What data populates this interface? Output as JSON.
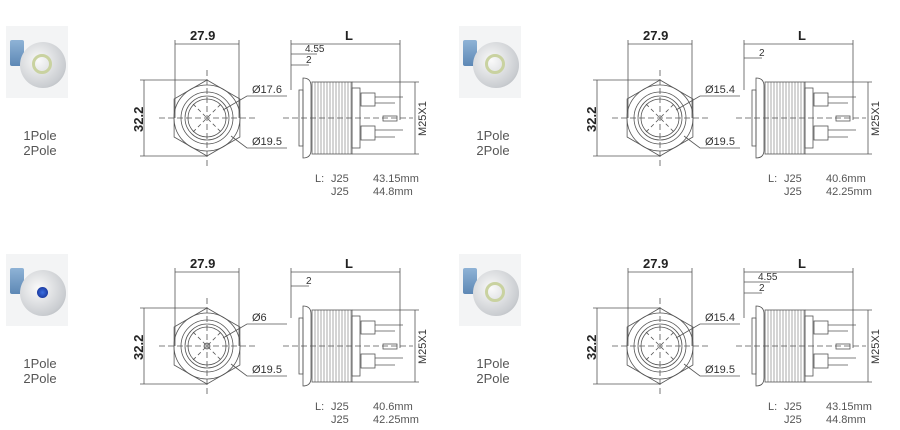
{
  "panels": [
    {
      "variant": "ring",
      "poles": [
        "1Pole",
        "2Pole"
      ],
      "width_dim": "27.9",
      "height_dim": "32.2",
      "length_label": "L",
      "side_dims": [
        "4.55",
        "2"
      ],
      "inner_dia": "Ø17.6",
      "outer_dia": "Ø19.5",
      "thread": "M25X1",
      "length_prefix": "L:",
      "lengths": [
        {
          "model": "J25",
          "value": "43.15mm"
        },
        {
          "model": "J25",
          "value": "44.8mm"
        }
      ]
    },
    {
      "variant": "ring",
      "poles": [
        "1Pole",
        "2Pole"
      ],
      "width_dim": "27.9",
      "height_dim": "32.2",
      "length_label": "L",
      "side_dims": [
        "2"
      ],
      "inner_dia": "Ø15.4",
      "outer_dia": "Ø19.5",
      "thread": "M25X1",
      "length_prefix": "L:",
      "lengths": [
        {
          "model": "J25",
          "value": "40.6mm"
        },
        {
          "model": "J25",
          "value": "42.25mm"
        }
      ]
    },
    {
      "variant": "dot",
      "poles": [
        "1Pole",
        "2Pole"
      ],
      "width_dim": "27.9",
      "height_dim": "32.2",
      "length_label": "L",
      "side_dims": [
        "2"
      ],
      "inner_dia": "Ø6",
      "outer_dia": "Ø19.5",
      "thread": "M25X1",
      "length_prefix": "L:",
      "lengths": [
        {
          "model": "J25",
          "value": "40.6mm"
        },
        {
          "model": "J25",
          "value": "42.25mm"
        }
      ]
    },
    {
      "variant": "ring",
      "poles": [
        "1Pole",
        "2Pole"
      ],
      "width_dim": "27.9",
      "height_dim": "32.2",
      "length_label": "L",
      "side_dims": [
        "4.55",
        "2"
      ],
      "inner_dia": "Ø15.4",
      "outer_dia": "Ø19.5",
      "thread": "M25X1",
      "length_prefix": "L:",
      "lengths": [
        {
          "model": "J25",
          "value": "43.15mm"
        },
        {
          "model": "J25",
          "value": "44.8mm"
        }
      ]
    }
  ]
}
